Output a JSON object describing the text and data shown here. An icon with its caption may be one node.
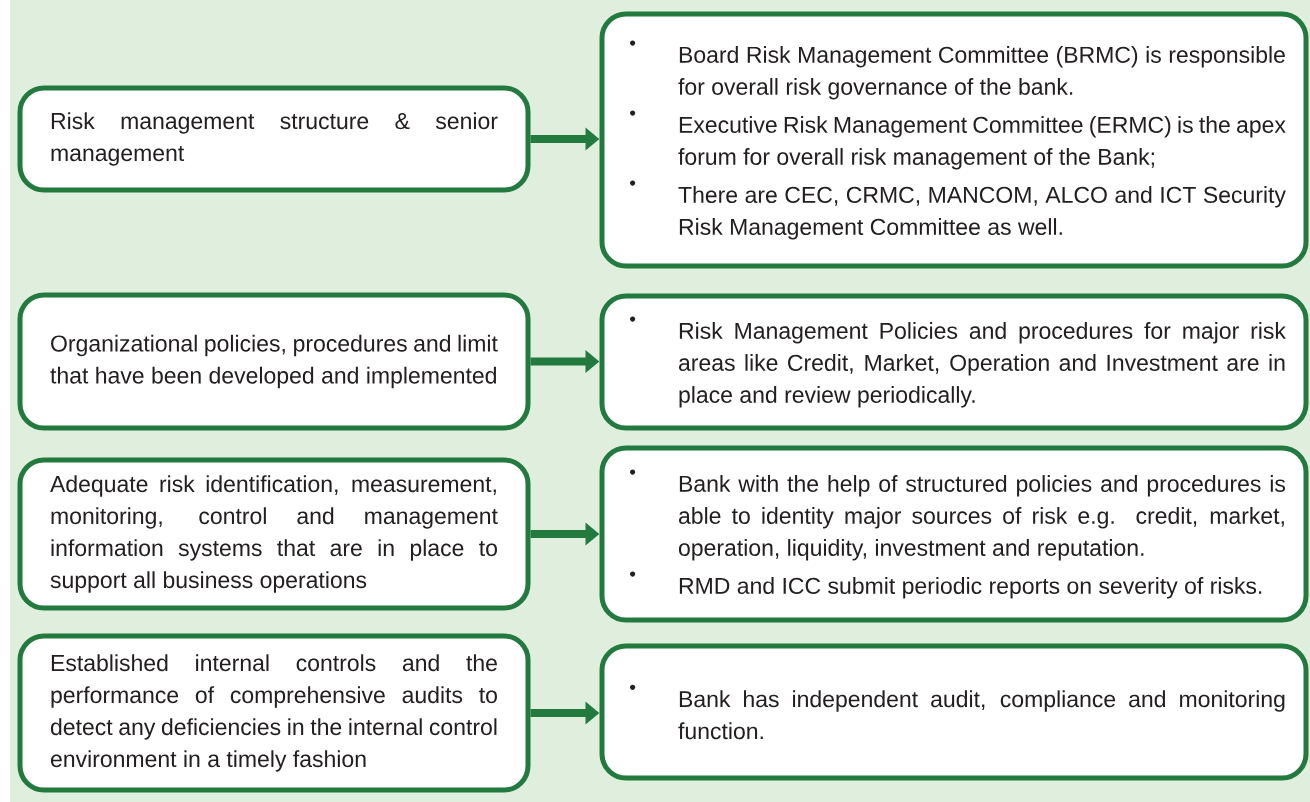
{
  "diagram": {
    "nodes": [
      {
        "text": [
          "Risk management structure & senior management"
        ]
      },
      {
        "text": [
          "Board Risk Management Committee (BRMC) is responsible for overall risk governance of the bank.",
          "Executive Risk Management Committee (ERMC) is the apex forum for overall risk management of the Bank;",
          "There are CEC, CRMC, MANCOM, ALCO and ICT Security Risk Management Committee as well."
        ]
      },
      {
        "text": [
          "Organizational policies, procedures and limit that have been developed and implemented"
        ]
      },
      {
        "text": [
          "Risk Management Policies and procedures for major risk areas like Credit, Market, Operation and Investment are in place and review periodically."
        ]
      },
      {
        "text": [
          "Adequate risk identification, measurement, monitoring, control and management information systems that are in place to support all business operations"
        ]
      },
      {
        "text": [
          "Bank with the help of structured policies and procedures is able to identity major sources of risk e.g. credit, market, operation, liquidity, investment and reputation.",
          "RMD and ICC submit periodic reports on severity of risks."
        ]
      },
      {
        "text": [
          "Established internal controls and the performance of comprehensive audits to detect any deficiencies in the internal control environment in a timely fashion"
        ]
      },
      {
        "text": [
          "Bank has independent audit, compliance and monitoring function."
        ]
      }
    ],
    "edges": [
      {
        "from": 0,
        "to": 1,
        "arrow": "to"
      },
      {
        "from": 2,
        "to": 3,
        "arrow": "to"
      },
      {
        "from": 4,
        "to": 5,
        "arrow": "to"
      },
      {
        "from": 6,
        "to": 7,
        "arrow": "to"
      }
    ]
  }
}
